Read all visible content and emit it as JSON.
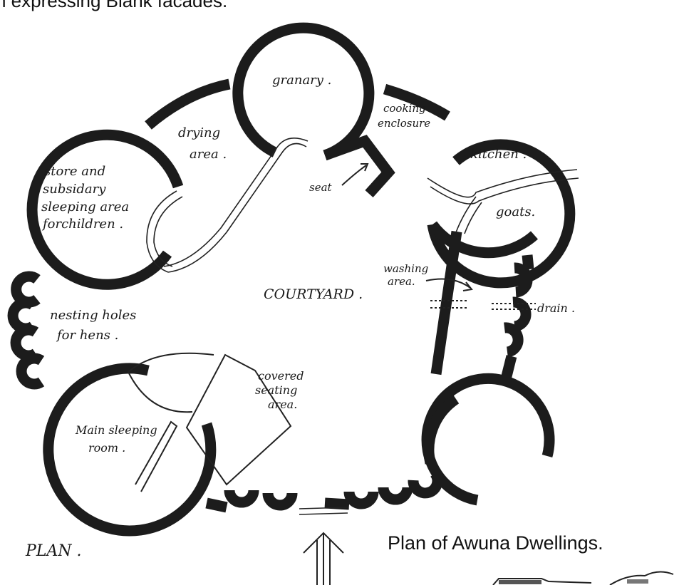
{
  "caption_top": "n expressing Blank facades.",
  "caption_plan": "Plan of Awuna Dwellings.",
  "label_plan": "PLAN .",
  "labels": {
    "granary": "granary .",
    "cooking_line1": "cooking",
    "cooking_line2": "enclosure",
    "kitchen": "kitchen .",
    "goats": "goats.",
    "drying_line1": "drying",
    "drying_line2": "area .",
    "store_line1": "store and",
    "store_line2": "subsidary",
    "store_line3": "sleeping area",
    "store_line4": "forchildren .",
    "seat": "seat",
    "washing_line1": "washing",
    "washing_line2": "area.",
    "drain": "drain .",
    "courtyard": "COURTYARD .",
    "nesting_line1": "nesting holes",
    "nesting_line2": "for hens .",
    "covered_line1": "covered",
    "covered_line2": "seating",
    "covered_line3": "area.",
    "main_line1": "Main sleeping",
    "main_line2": "room ."
  }
}
